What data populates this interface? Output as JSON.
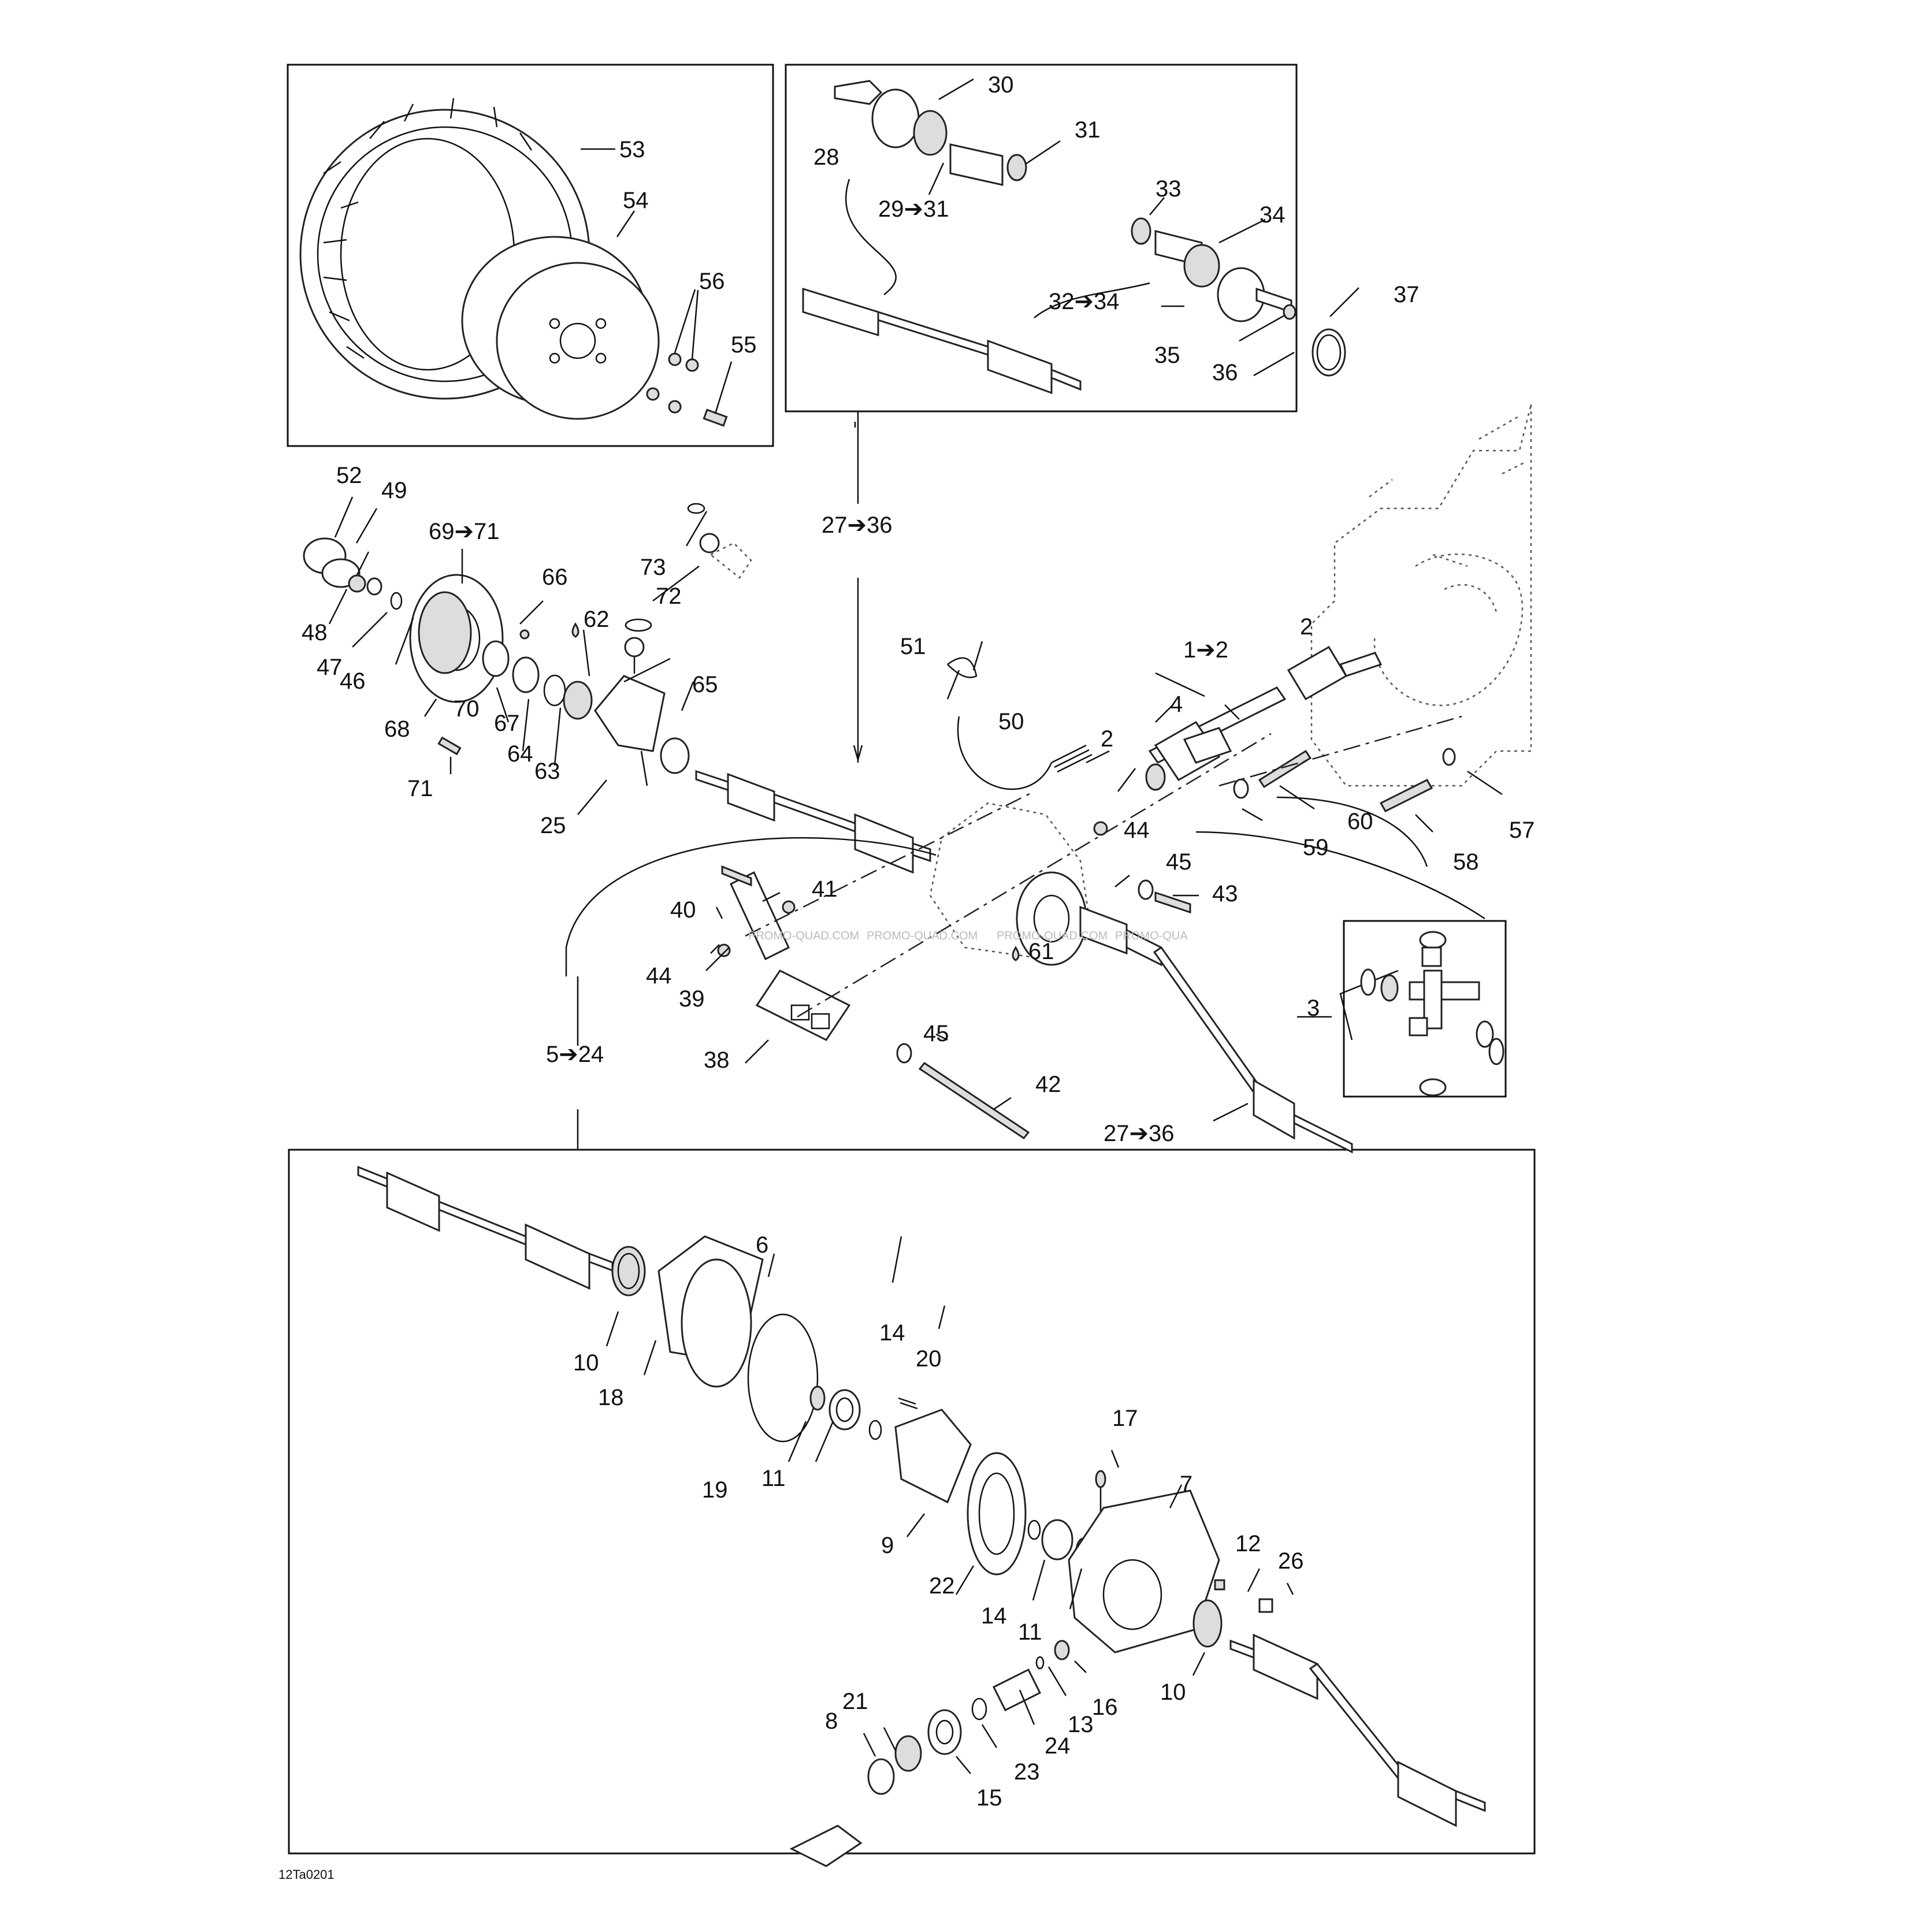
{
  "diagram_code": "12Ta0201",
  "watermarks": [
    "PROMO-QUAD.COM",
    "PROMO-QUAD.COM",
    "PROMO-QUAD.COM",
    "PROMO-QUA"
  ],
  "labels": {
    "l53": "53",
    "l54": "54",
    "l56": "56",
    "l55": "55",
    "l30": "30",
    "l31": "31",
    "l28": "28",
    "l29_31": "29➔31",
    "l33": "33",
    "l34": "34",
    "l32_34": "32➔34",
    "l35": "35",
    "l36": "36",
    "l37": "37",
    "l52": "52",
    "l49": "49",
    "l69_71": "69➔71",
    "l66": "66",
    "l73": "73",
    "l72": "72",
    "l62": "62",
    "l48": "48",
    "l47": "47",
    "l46": "46",
    "l68": "68",
    "l70": "70",
    "l67": "67",
    "l64": "64",
    "l63": "63",
    "l65": "65",
    "l71": "71",
    "l25": "25",
    "l27_36a": "27➔36",
    "l51": "51",
    "l1_2": "1➔2",
    "l2a": "2",
    "l4": "4",
    "l50": "50",
    "l2b": "2",
    "l44a": "44",
    "l45a": "45",
    "l43": "43",
    "l60": "60",
    "l59": "59",
    "l58": "58",
    "l57": "57",
    "l40": "40",
    "l41": "41",
    "l44b": "44",
    "l39": "39",
    "l61": "61",
    "l3": "3",
    "l5_24": "5➔24",
    "l38": "38",
    "l45b": "45",
    "l42": "42",
    "l27_36b": "27➔36",
    "l6": "6",
    "l10a": "10",
    "l18": "18",
    "l14a": "14",
    "l20": "20",
    "l19": "19",
    "l11a": "11",
    "l17": "17",
    "l7": "7",
    "l9": "9",
    "l22": "22",
    "l12": "12",
    "l26": "26",
    "l14b": "14",
    "l11b": "11",
    "l10b": "10",
    "l16": "16",
    "l13": "13",
    "l24": "24",
    "l21": "21",
    "l8": "8",
    "l23": "23",
    "l15": "15"
  }
}
